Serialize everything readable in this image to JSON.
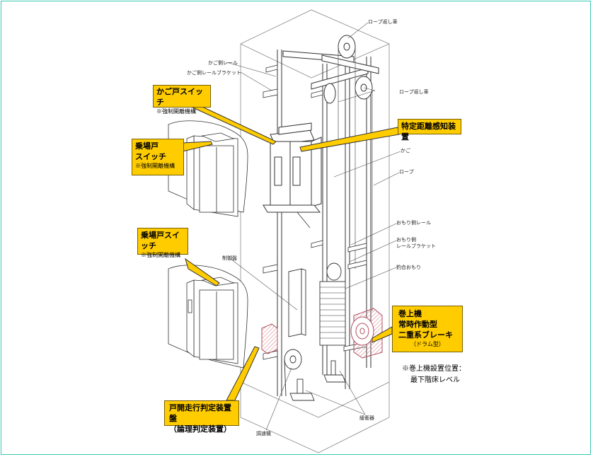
{
  "callouts": {
    "car_door_switch": {
      "title": "かご戸スイッチ",
      "sub": "※強制開離機構"
    },
    "landing_door_switch_upper": {
      "title1": "乗場戸",
      "title2": "スイッチ",
      "sub": "※強制開離機構"
    },
    "landing_door_switch_lower": {
      "title": "乗場戸スイッチ",
      "sub": "※強制開離機構"
    },
    "specific_distance_detector": {
      "title": "特定距離感知装置"
    },
    "hoist": {
      "line1": "巻上機",
      "line2": "常時作動型",
      "line3": "二重系ブレーキ",
      "line4": "（ドラム型）"
    },
    "door_travel_panel": {
      "line1": "戸開走行判定装置盤",
      "line2": "（論理判定装置）"
    }
  },
  "labels": {
    "rope_sheave_top": "ロープ返し車",
    "car_rail": "かご側レール",
    "car_rail_bracket": "かご側レールブラケット",
    "rope_sheave_mid": "ロープ返し車",
    "car": "かご",
    "rope": "ロープ",
    "cw_rail": "おもり側レール",
    "cw_rail_bracket1": "おもり側",
    "cw_rail_bracket2": "レールブラケット",
    "counterweight": "釣合おもり",
    "control_panel": "制御盤",
    "governor": "調速機",
    "buffer": "緩衝器"
  },
  "note": {
    "line1": "※巻上機設置位置：",
    "line2": "最下階床レベル"
  },
  "colors": {
    "callout_fill": "#ffcc00",
    "frame": "#3cc8b4",
    "equipment_hatch": "#e8a0a8"
  }
}
